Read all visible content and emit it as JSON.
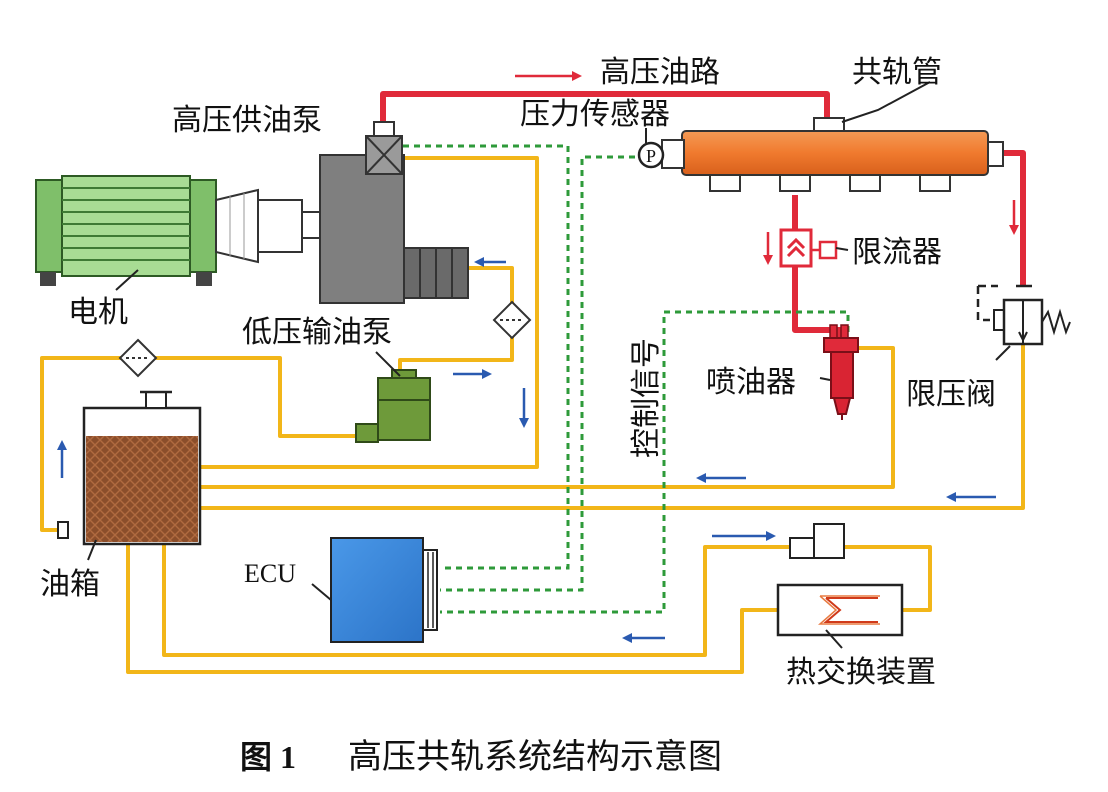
{
  "labels": {
    "high_pressure_line": "高压油路",
    "common_rail": "共轨管",
    "pressure_sensor": "压力传感器",
    "high_pressure_pump": "高压供油泵",
    "flow_limiter": "限流器",
    "motor": "电机",
    "low_pressure_pump": "低压输油泵",
    "control_signal": "控制信号",
    "injector": "喷油器",
    "pressure_limit_valve": "限压阀",
    "ecu": "ECU",
    "fuel_tank": "油箱",
    "heat_exchanger": "热交换装置",
    "sensor_symbol": "P"
  },
  "caption": {
    "figure": "图 1",
    "title": "高压共轨系统结构示意图"
  },
  "colors": {
    "fuel_line": "#f2b619",
    "high_pressure_line": "#e02a3a",
    "control_signal": "#2e9a3a",
    "flow_arrow": "#2a5ab0",
    "rail": "#f07a2e",
    "motor": "#8ccc7a",
    "pump": "#7f7f7f",
    "low_pressure_pump": "#6e9a3a",
    "ecu": "#3a86d8",
    "tank": "#8b4e2b"
  }
}
